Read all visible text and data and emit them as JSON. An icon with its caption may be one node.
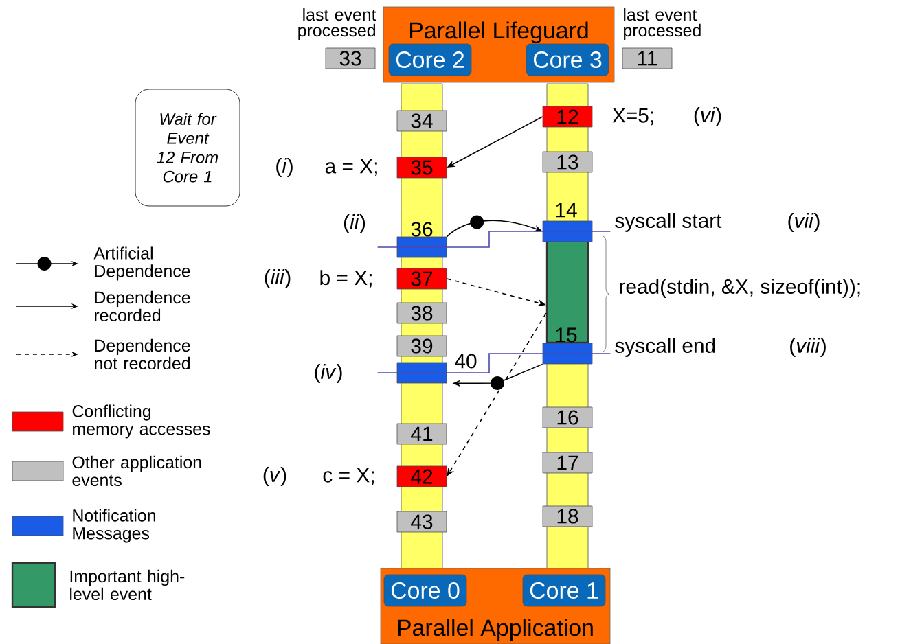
{
  "diagram": {
    "nodes": [
      {
        "text": [
          "Parallel Lifeguard"
        ]
      },
      {
        "text": [
          "Core 2"
        ],
        "in": 0
      },
      {
        "text": [
          "Core 3"
        ],
        "in": 0
      },
      {
        "text": [
          "33"
        ],
        "beside": [
          "last event processed"
        ]
      },
      {
        "text": [
          "11"
        ],
        "beside": [
          "last event processed"
        ]
      },
      {
        "text": [
          "Wait for Event 12 From Core 1"
        ]
      },
      {
        "text": [
          "34"
        ]
      },
      {
        "text": [
          "35"
        ]
      },
      {
        "text": [],
        "shape": "box",
        "beside": [
          "36"
        ]
      },
      {
        "text": [
          "37"
        ]
      },
      {
        "text": [
          "38"
        ]
      },
      {
        "text": [
          "39"
        ]
      },
      {
        "text": [],
        "shape": "box",
        "beside": [
          "40"
        ]
      },
      {
        "text": [
          "41"
        ]
      },
      {
        "text": [
          "42"
        ]
      },
      {
        "text": [
          "43"
        ]
      },
      {
        "text": [
          "12"
        ]
      },
      {
        "text": [
          "13"
        ]
      },
      {
        "text": [],
        "shape": "box",
        "beside": [
          "14"
        ]
      },
      {
        "text": [],
        "shape": "box",
        "beside": [
          "read(stdin, &X, sizeof(int));"
        ]
      },
      {
        "text": [],
        "shape": "box",
        "beside": [
          "15"
        ]
      },
      {
        "text": [
          "16"
        ]
      },
      {
        "text": [
          "17"
        ]
      },
      {
        "text": [
          "18"
        ]
      },
      {
        "text": [
          "Parallel Application"
        ]
      },
      {
        "text": [
          "Core 0"
        ],
        "in": 24
      },
      {
        "text": [
          "Core 1"
        ],
        "in": 24
      }
    ],
    "edges": [
      {
        "from": 16,
        "to": 7,
        "arrow": "to"
      },
      {
        "from": 8,
        "to": 18,
        "arrow": "to"
      },
      {
        "from": 8,
        "to": 18,
        "arrow": "none",
        "color": "#4848b0"
      },
      {
        "from": 9,
        "to": 19,
        "arrow": "to",
        "style": "dashed"
      },
      {
        "from": 20,
        "to": 12,
        "arrow": "to"
      },
      {
        "from": 12,
        "to": 20,
        "arrow": "none",
        "color": "#4848b0"
      },
      {
        "from": 19,
        "to": 14,
        "arrow": "to",
        "style": "dashed"
      }
    ],
    "labels": [
      "(*i*)",
      "a = X;",
      "(*ii*)",
      "(*iii*)",
      "b = X;",
      "(*iv*)",
      "(*v*)",
      "c = X;",
      "X=5;",
      "(*vi*)",
      "syscall start",
      "(*vii*)",
      "syscall end",
      "(*viii*)"
    ],
    "legend": [
      {
        "text": "Artificial Dependence"
      },
      {
        "text": "Dependence recorded"
      },
      {
        "text": "Dependence not recorded"
      },
      {
        "text": "Conflicting memory accesses",
        "color": "#ff0000"
      },
      {
        "text": "Other application events",
        "color": "#c0c0c0"
      },
      {
        "text": "Notification Messages",
        "color": "#1a5ce6"
      },
      {
        "text": "Important high-level event",
        "color": "#339966"
      }
    ]
  }
}
